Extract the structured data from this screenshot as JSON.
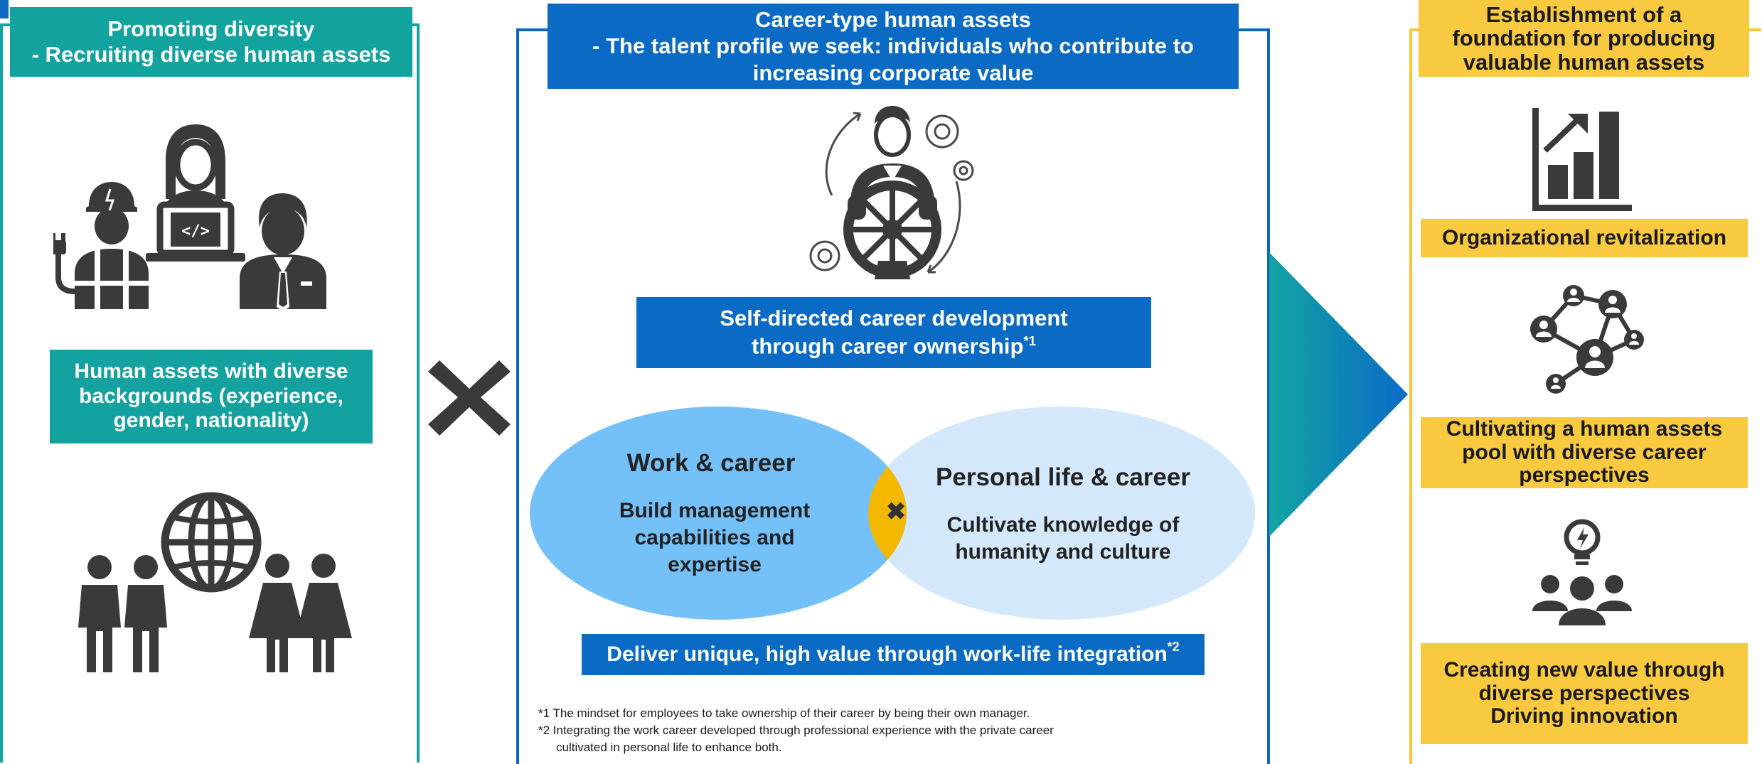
{
  "left_panel": {
    "title_line1": "Promoting diversity",
    "title_line2": "- Recruiting diverse human assets",
    "diverse_label": "Human assets with diverse backgrounds (experience, gender, nationality)",
    "colors": {
      "border": "#14a3a3",
      "header": "#12a39f",
      "label": "#13a2a0"
    }
  },
  "multiply_symbol": "✖",
  "center_panel": {
    "title_line1": "Career-type human assets",
    "title_line2": "- The talent profile we seek: individuals who contribute to",
    "title_line3": "increasing corporate value",
    "self_directed_line1": "Self-directed career development",
    "self_directed_line2": "through career ownership",
    "self_directed_note": "*1",
    "work_title": "Work & career",
    "work_body": "Build management capabilities and expertise",
    "personal_title": "Personal life & career",
    "personal_body": "Cultivate knowledge of humanity and culture",
    "intersection_symbol": "✖",
    "deliver_text": "Deliver unique, high value through work-life integration",
    "deliver_note": "*2",
    "footnote1": "*1 The mindset for employees to take ownership of their career by being their own manager.",
    "footnote2a": "*2 Integrating the work career developed through professional experience with the private career",
    "footnote2b": "cultivated in personal life to enhance both.",
    "colors": {
      "border": "#0a66c2",
      "header": "#0b6bc4",
      "ellipse_left": "#73c1f8",
      "ellipse_right": "#d3e9fb",
      "intersection": "#f5b800"
    }
  },
  "right_panel": {
    "title_line1": "Establishment of a",
    "title_line2": "foundation for producing",
    "title_line3": "valuable human assets",
    "items": [
      {
        "icon": "growth-chart-icon",
        "label": "Organizational revitalization"
      },
      {
        "icon": "people-network-icon",
        "label": "Cultivating a human assets pool with diverse career perspectives"
      },
      {
        "icon": "idea-team-icon",
        "label": "Creating new value through diverse perspectives Driving innovation"
      }
    ],
    "colors": {
      "border": "#f7c634",
      "box": "#f9c93f"
    }
  },
  "icons": {
    "left_top": "diverse-workers-icon",
    "left_bottom": "global-people-icon",
    "center": "ship-wheel-person-icon",
    "arrow": "right-arrow-icon"
  }
}
